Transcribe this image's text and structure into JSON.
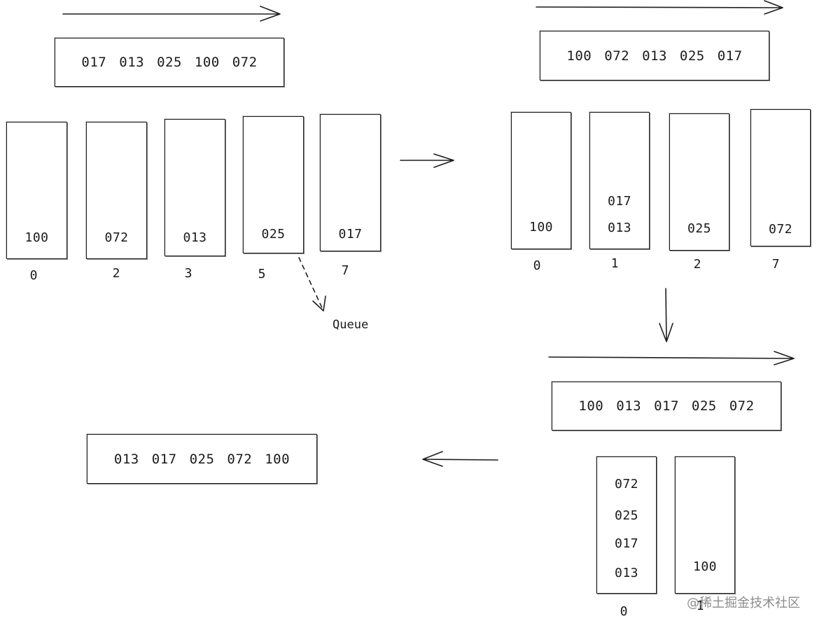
{
  "stage1": {
    "sequence": [
      "017",
      "013",
      "025",
      "100",
      "072"
    ],
    "buckets": [
      {
        "index": "0",
        "values": [
          "100"
        ]
      },
      {
        "index": "2",
        "values": [
          "072"
        ]
      },
      {
        "index": "3",
        "values": [
          "013"
        ]
      },
      {
        "index": "5",
        "values": [
          "025"
        ]
      },
      {
        "index": "7",
        "values": [
          "017"
        ]
      }
    ],
    "annotation": "Queue"
  },
  "stage2": {
    "sequence": [
      "100",
      "072",
      "013",
      "025",
      "017"
    ],
    "buckets": [
      {
        "index": "0",
        "values": [
          "100"
        ]
      },
      {
        "index": "1",
        "values": [
          "017",
          "013"
        ]
      },
      {
        "index": "2",
        "values": [
          "025"
        ]
      },
      {
        "index": "7",
        "values": [
          "072"
        ]
      }
    ]
  },
  "stage3": {
    "sequence": [
      "100",
      "013",
      "017",
      "025",
      "072"
    ],
    "buckets": [
      {
        "index": "0",
        "values": [
          "072",
          "025",
          "017",
          "013"
        ]
      },
      {
        "index": "1",
        "values": [
          "100"
        ]
      }
    ]
  },
  "result": {
    "sequence": [
      "013",
      "017",
      "025",
      "072",
      "100"
    ]
  },
  "watermark": "@稀土掘金技术社区",
  "colors": {
    "ink": "#1e1e1e",
    "background": "#ffffff",
    "watermark": "#787878"
  }
}
